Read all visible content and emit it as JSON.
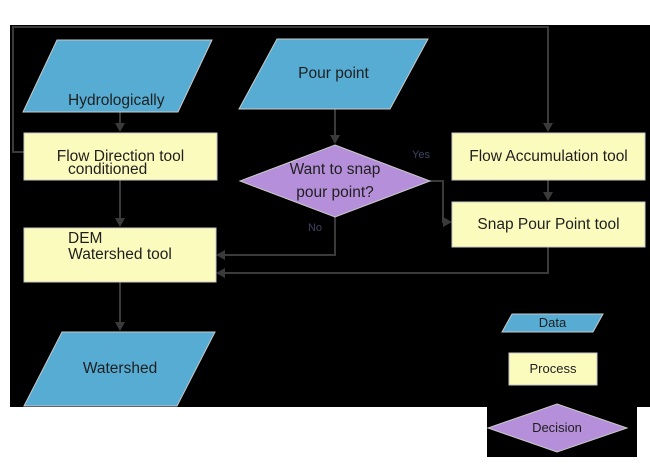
{
  "colors": {
    "page": "#ffffff",
    "canvas": "#000000",
    "data_fill": "#57acd3",
    "process_fill": "#fcfbbe",
    "decision_fill": "#b58fd9",
    "arrow": "#3a3a3a",
    "shape_border": "#c9c9c9",
    "shape_text": "#1f1f1f"
  },
  "nodes": {
    "dem": {
      "line1": "Hydrologically",
      "line2": "conditioned",
      "line3": "DEM"
    },
    "pour_point": {
      "label": "Pour point"
    },
    "flow_direction": {
      "label": "Flow Direction tool"
    },
    "flow_accumulation": {
      "label": "Flow Accumulation tool"
    },
    "snap_pour_point": {
      "label": "Snap Pour Point tool"
    },
    "decision": {
      "line1": "Want to snap",
      "line2": "pour point?"
    },
    "watershed_tool": {
      "label": "Watershed tool"
    },
    "watershed": {
      "label": "Watershed"
    }
  },
  "edge_labels": {
    "yes": "Yes",
    "no": "No"
  },
  "legend": {
    "data": "Data",
    "process": "Process",
    "decision": "Decision"
  }
}
